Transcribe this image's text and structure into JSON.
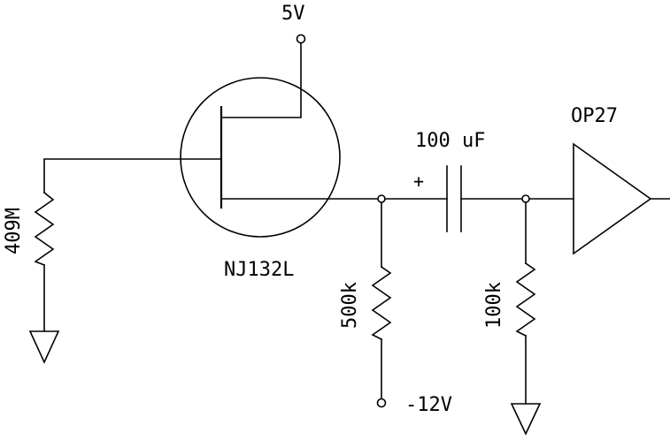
{
  "supply_label": "5V",
  "neg_supply_label": "-12V",
  "jfet_label": "NJ132L",
  "gate_resistor_label": "409M",
  "source_resistor_label": "500k",
  "coupling_cap_label": "100 uF",
  "cap_polarity_label": "+",
  "bias_resistor_label": "100k",
  "opamp_label": "OP27"
}
